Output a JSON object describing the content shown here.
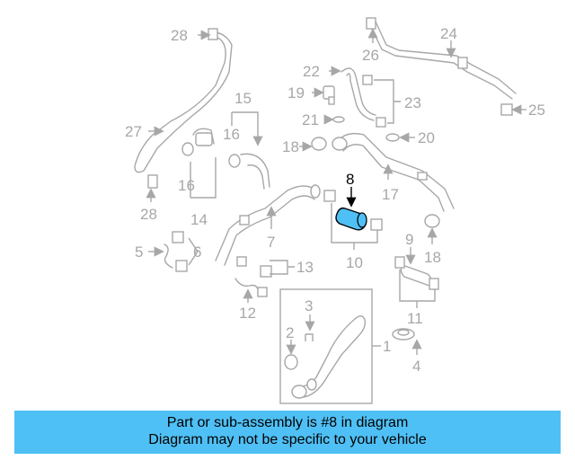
{
  "callouts": {
    "c1": "1",
    "c2": "2",
    "c3": "3",
    "c4": "4",
    "c5": "5",
    "c6": "6",
    "c7": "7",
    "c8": "8",
    "c9": "9",
    "c10": "10",
    "c11": "11",
    "c12": "12",
    "c13": "13",
    "c14": "14",
    "c15": "15",
    "c16a": "16",
    "c16b": "16",
    "c17": "17",
    "c18a": "18",
    "c18b": "18",
    "c19": "19",
    "c20": "20",
    "c21": "21",
    "c22": "22",
    "c23": "23",
    "c24": "24",
    "c25": "25",
    "c26": "26",
    "c27": "27",
    "c28a": "28",
    "c28b": "28"
  },
  "highlighted_part": "8",
  "colors": {
    "diagram_line": "#a7a7a7",
    "highlight_fill": "#4fc0f5",
    "banner_bg": "#4fc0f5"
  },
  "banner": {
    "line1": "Part or sub-assembly is #8 in diagram",
    "line2": "Diagram may not be specific to your vehicle"
  }
}
